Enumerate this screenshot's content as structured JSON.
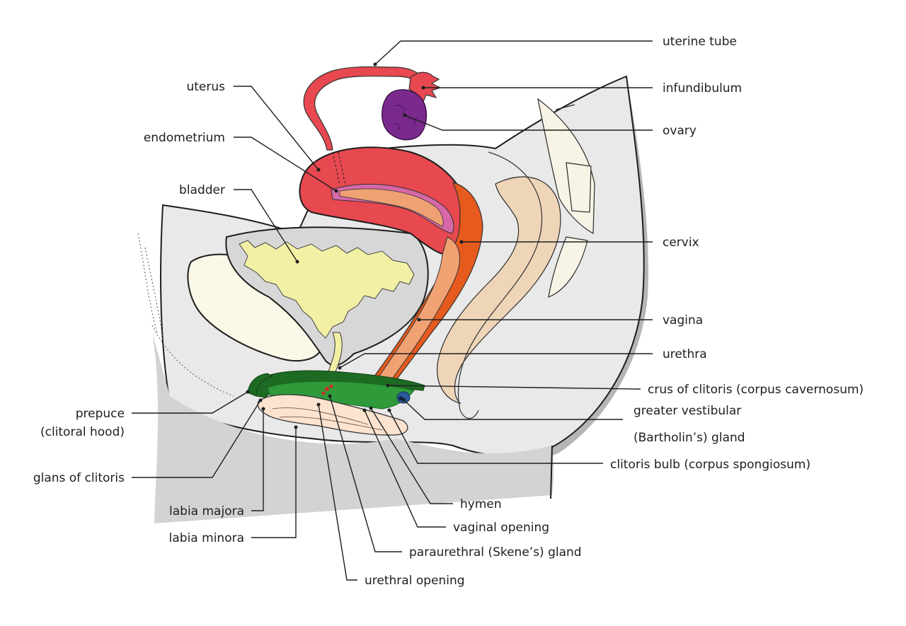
{
  "colors": {
    "uterus": "#e8484f",
    "endometrium": "#d668a8",
    "cavity": "#f0a173",
    "vagina_wall": "#e65a1e",
    "vagina_inner": "#f1a273",
    "ovary": "#7a2a8c",
    "bladder": "#f2f0a5",
    "clitoris_crus": "#2e9a3a",
    "clitoris_dark": "#1d6b22",
    "bartholin": "#2c5a9e",
    "rectum": "#efd5b8",
    "vulva": "#fbe3cf",
    "body_fill": "#ececec",
    "body_dark": "#b9b9b9"
  },
  "labels": {
    "uterine_tube": "uterine tube",
    "infundibulum": "infundibulum",
    "ovary": "ovary",
    "uterus": "uterus",
    "endometrium": "endometrium",
    "bladder": "bladder",
    "cervix": "cervix",
    "vagina": "vagina",
    "urethra": "urethra",
    "crus": "crus of clitoris (corpus cavernosum)",
    "bartholin_1": "greater vestibular",
    "bartholin_2": "(Bartholin’s) gland",
    "bulb": "clitoris bulb (corpus spongiosum)",
    "hymen": "hymen",
    "vaginal_opening": "vaginal opening",
    "skene": "paraurethral (Skene’s) gland",
    "urethral_opening": "urethral opening",
    "prepuce_1": "prepuce",
    "prepuce_2": "(clitoral hood)",
    "glans": "glans of clitoris",
    "labia_majora": "labia majora",
    "labia_minora": "labia minora"
  }
}
